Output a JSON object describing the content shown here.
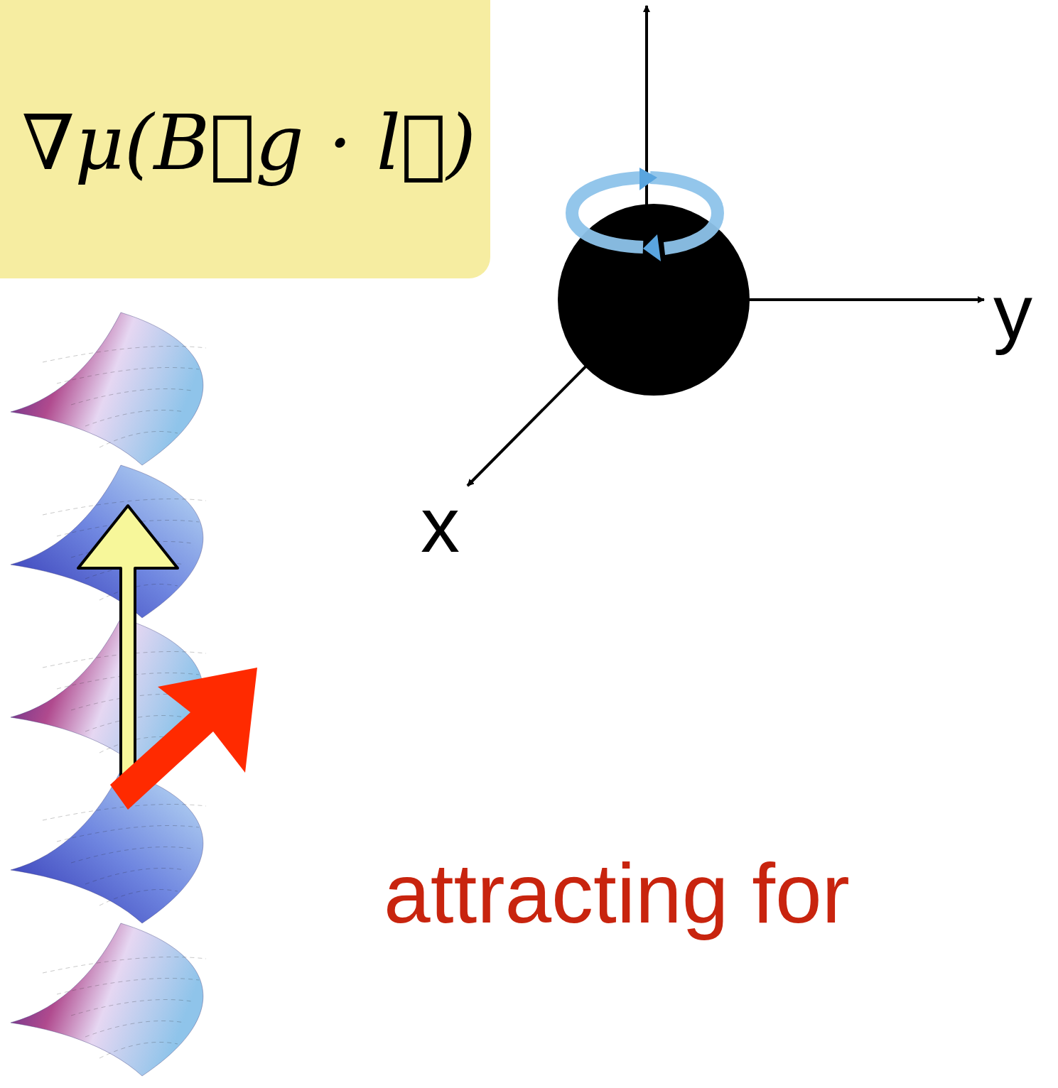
{
  "diagram": {
    "nodes": [
      {
        "text": [
          "∇μ(B⃗g · l⃗)"
        ]
      }
    ],
    "labels": [
      "x",
      "y",
      "attracting for"
    ]
  }
}
